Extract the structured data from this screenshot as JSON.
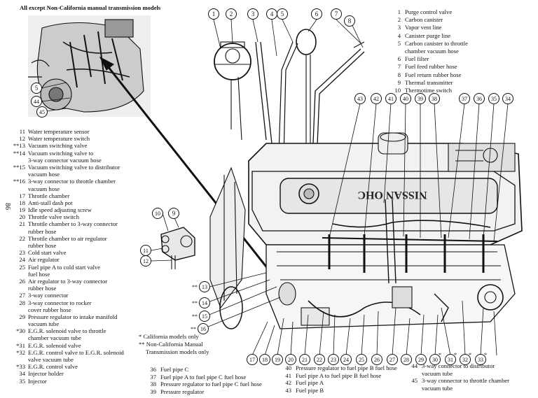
{
  "header": "All except Non-California manual transmission models",
  "side_page_number": "86",
  "legend_top_right": [
    {
      "num": "1",
      "label": "Purge control valve"
    },
    {
      "num": "2",
      "label": "Carbon canister"
    },
    {
      "num": "3",
      "label": "Vapor vent line"
    },
    {
      "num": "4",
      "label": "Canister purge line"
    },
    {
      "num": "5",
      "label": "Carbon canister to throttle"
    },
    {
      "num": "",
      "label": "chamber vacuum hose"
    },
    {
      "num": "6",
      "label": "Fuel filter"
    },
    {
      "num": "7",
      "label": "Fuel feed rubber hose"
    },
    {
      "num": "8",
      "label": "Fuel return rubber hose"
    },
    {
      "num": "9",
      "label": "Thermal transmitter"
    },
    {
      "num": "10",
      "label": "Thermotime switch"
    }
  ],
  "legend_left": [
    {
      "num": "11",
      "label": "Water temperature sensor"
    },
    {
      "num": "12",
      "label": "Water temperature switch"
    },
    {
      "num": "**13",
      "label": "Vacuum switching valve"
    },
    {
      "num": "**14",
      "label": "Vacuum switching valve to"
    },
    {
      "num": "",
      "label": "3-way connector vacuum hose"
    },
    {
      "num": "**15",
      "label": "Vacuum switching valve to distributor"
    },
    {
      "num": "",
      "label": "vacuum hose"
    },
    {
      "num": "**16",
      "label": "3-way connector to throttle chamber"
    },
    {
      "num": "",
      "label": "vacuum hose"
    },
    {
      "num": "17",
      "label": "Throttle chamber"
    },
    {
      "num": "18",
      "label": "Anti-stall dash pot"
    },
    {
      "num": "19",
      "label": "Idle speed adjusting screw"
    },
    {
      "num": "20",
      "label": "Throttle valve switch"
    },
    {
      "num": "21",
      "label": "Throttle chamber to 3-way connector"
    },
    {
      "num": "",
      "label": "rubber hose"
    },
    {
      "num": "22",
      "label": "Throttle chamber to air regulator"
    },
    {
      "num": "",
      "label": "rubber hose"
    },
    {
      "num": "23",
      "label": "Cold start valve"
    },
    {
      "num": "24",
      "label": "Air regulator"
    },
    {
      "num": "25",
      "label": "Fuel pipe A to cold start valve"
    },
    {
      "num": "",
      "label": "fuel hose"
    },
    {
      "num": "26",
      "label": "Air regulator to 3-way connector"
    },
    {
      "num": "",
      "label": "rubber hose"
    },
    {
      "num": "27",
      "label": "3-way connector"
    },
    {
      "num": "28",
      "label": "3-way connector to rocker"
    },
    {
      "num": "",
      "label": "cover rubber hose"
    },
    {
      "num": "29",
      "label": "Pressure regulator to intake manifold"
    },
    {
      "num": "",
      "label": "vacuum tube"
    },
    {
      "num": "*30",
      "label": "E.G.R. solenoid valve to throttle"
    },
    {
      "num": "",
      "label": "chamber vacuum tube"
    },
    {
      "num": "*31",
      "label": "E.G.R. solenoid valve"
    },
    {
      "num": "*32",
      "label": "E.G.R. control valve to E.G.R. solenoid"
    },
    {
      "num": "",
      "label": "valve vacuum tube"
    },
    {
      "num": "*33",
      "label": "E.G.R. control valve"
    },
    {
      "num": "34",
      "label": "Injector holder"
    },
    {
      "num": "35",
      "label": "Injector"
    }
  ],
  "footnotes": [
    "*  California models only",
    "** Non-California Manual",
    "Transmission models only"
  ],
  "legend_bottom_col1": [
    {
      "num": "36",
      "label": "Fuel pipe C"
    },
    {
      "num": "37",
      "label": "Fuel pipe A to fuel pipe C fuel hose"
    },
    {
      "num": "38",
      "label": "Pressure regulator to fuel pipe C fuel hose"
    },
    {
      "num": "39",
      "label": "Pressure regulator"
    }
  ],
  "legend_bottom_col2": [
    {
      "num": "40",
      "label": "Pressure regulator to fuel pipe B fuel hose"
    },
    {
      "num": "41",
      "label": "Fuel pipe A to fuel pipe B fuel hose"
    },
    {
      "num": "42",
      "label": "Fuel pipe A"
    },
    {
      "num": "43",
      "label": "Fuel pipe B"
    }
  ],
  "legend_bottom_col3": [
    {
      "num": "44",
      "label": "3-way connector to distributor"
    },
    {
      "num": "",
      "label": "vacuum tube"
    },
    {
      "num": "45",
      "label": "3-way connector to throttle chamber"
    },
    {
      "num": "",
      "label": "vacuum tube"
    }
  ],
  "engine_text": "NISSAN OHC",
  "callouts": {
    "top": [
      "1",
      "2",
      "3",
      "4",
      "5",
      "6",
      "7",
      "8"
    ],
    "right_top": [
      "43",
      "42",
      "41",
      "40",
      "39",
      "38",
      "37",
      "36",
      "35",
      "34"
    ],
    "inset": [
      "5",
      "44",
      "45"
    ],
    "sensor": [
      "10",
      "9",
      "11",
      "12"
    ],
    "left_small": [
      "13",
      "14",
      "15",
      "16"
    ],
    "bottom": [
      "17",
      "18",
      "19",
      "20",
      "21",
      "22",
      "23",
      "24",
      "25",
      "26",
      "27",
      "28",
      "29",
      "30",
      "31",
      "32",
      "33"
    ],
    "bottom_marks": {
      "30": "*",
      "31": "*",
      "32": "*",
      "33": "*",
      "13": "**",
      "14": "**",
      "15": "**",
      "16": "**"
    }
  }
}
